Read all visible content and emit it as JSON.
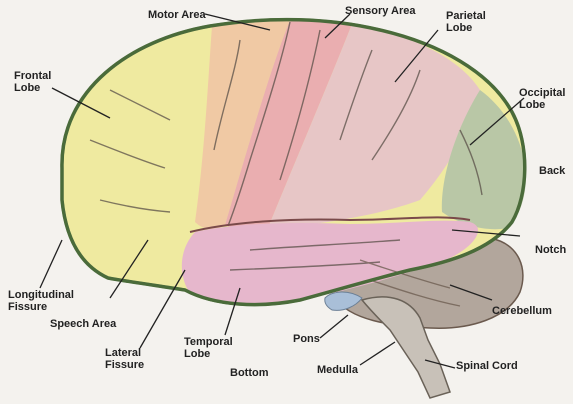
{
  "diagram": {
    "labels": {
      "motor_area": "Motor Area",
      "sensory_area": "Sensory Area",
      "parietal_lobe": [
        "Parietal",
        "Lobe"
      ],
      "frontal_lobe": [
        "Frontal",
        "Lobe"
      ],
      "occipital_lobe": [
        "Occipital",
        "Lobe"
      ],
      "back": "Back",
      "notch": "Notch",
      "cerebellum": "Cerebellum",
      "spinal_cord": "Spinal Cord",
      "medulla": "Medulla",
      "pons": "Pons",
      "bottom": "Bottom",
      "temporal_lobe": [
        "Temporal",
        "Lobe"
      ],
      "lateral_fissure": [
        "Lateral",
        "Fissure"
      ],
      "speech_area": "Speech Area",
      "longitudinal_fissure": [
        "Longitudinal",
        "Fissure"
      ]
    },
    "colors": {
      "frontal": "#efeaa0",
      "motor": "#f0c9a4",
      "sensory": "#eaaeb0",
      "parietal": "#e7c6c6",
      "temporal": "#e6b7cc",
      "occipital": "#b9c7a6",
      "cerebellum": "#b2a69c",
      "pons": "#a9bfd8",
      "brainstem": "#c8c1b8",
      "outline": "#4a6b3a"
    }
  }
}
